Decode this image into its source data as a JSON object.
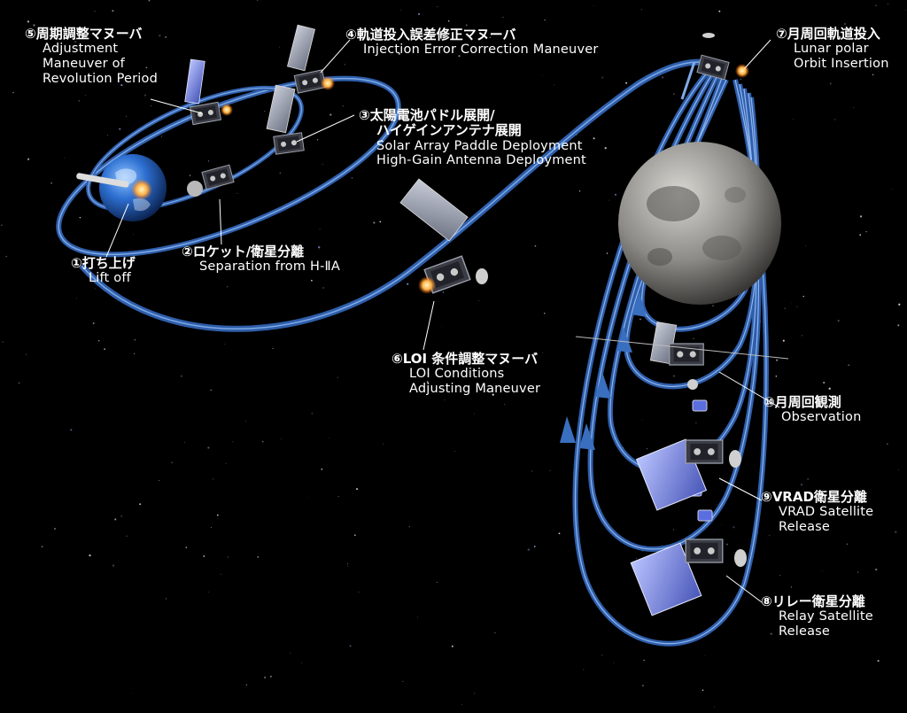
{
  "labels": {
    "l1": {
      "jp": "①打ち上げ",
      "en": [
        "Lift off"
      ]
    },
    "l2": {
      "jp": "②ロケット/衛星分離",
      "en": [
        "Separation from H-ⅡA"
      ]
    },
    "l3": {
      "jp": [
        "③太陽電池パドル展開/",
        "ハイゲインアンテナ展開"
      ],
      "en": [
        "Solar Array Paddle Deployment",
        "High-Gain Antenna Deployment"
      ]
    },
    "l4": {
      "jp": "④軌道投入誤差修正マヌーバ",
      "en": [
        "Injection Error Correction Maneuver"
      ]
    },
    "l5": {
      "jp": "⑤周期調整マヌーバ",
      "en": [
        "Adjustment",
        "Maneuver of",
        "Revolution Period"
      ]
    },
    "l6": {
      "jp": "⑥LOI 条件調整マヌーバ",
      "en": [
        "LOI Conditions",
        "Adjusting Maneuver"
      ]
    },
    "l7": {
      "jp": "⑦月周回軌道投入",
      "en": [
        "Lunar polar",
        "Orbit Insertion"
      ]
    },
    "l8": {
      "jp": "⑧リレー衛星分離",
      "en": [
        "Relay Satellite",
        "Release"
      ]
    },
    "l9": {
      "jp": "⑨VRAD衛星分離",
      "en": [
        "VRAD Satellite",
        "Release"
      ]
    },
    "l10": {
      "jp": "⑩月周回観測",
      "en": [
        "Observation"
      ]
    }
  },
  "colors": {
    "orbit": "#3a6fc0",
    "orbit_light": "#7fa9e6",
    "text": "#ffffff",
    "sky": "#000000"
  },
  "icons": [
    "earth-icon",
    "moon-icon",
    "satellite-icon",
    "solar-panel-icon",
    "thruster-flame-icon",
    "relay-satellite-icon",
    "vrad-satellite-icon",
    "rocket-icon"
  ]
}
